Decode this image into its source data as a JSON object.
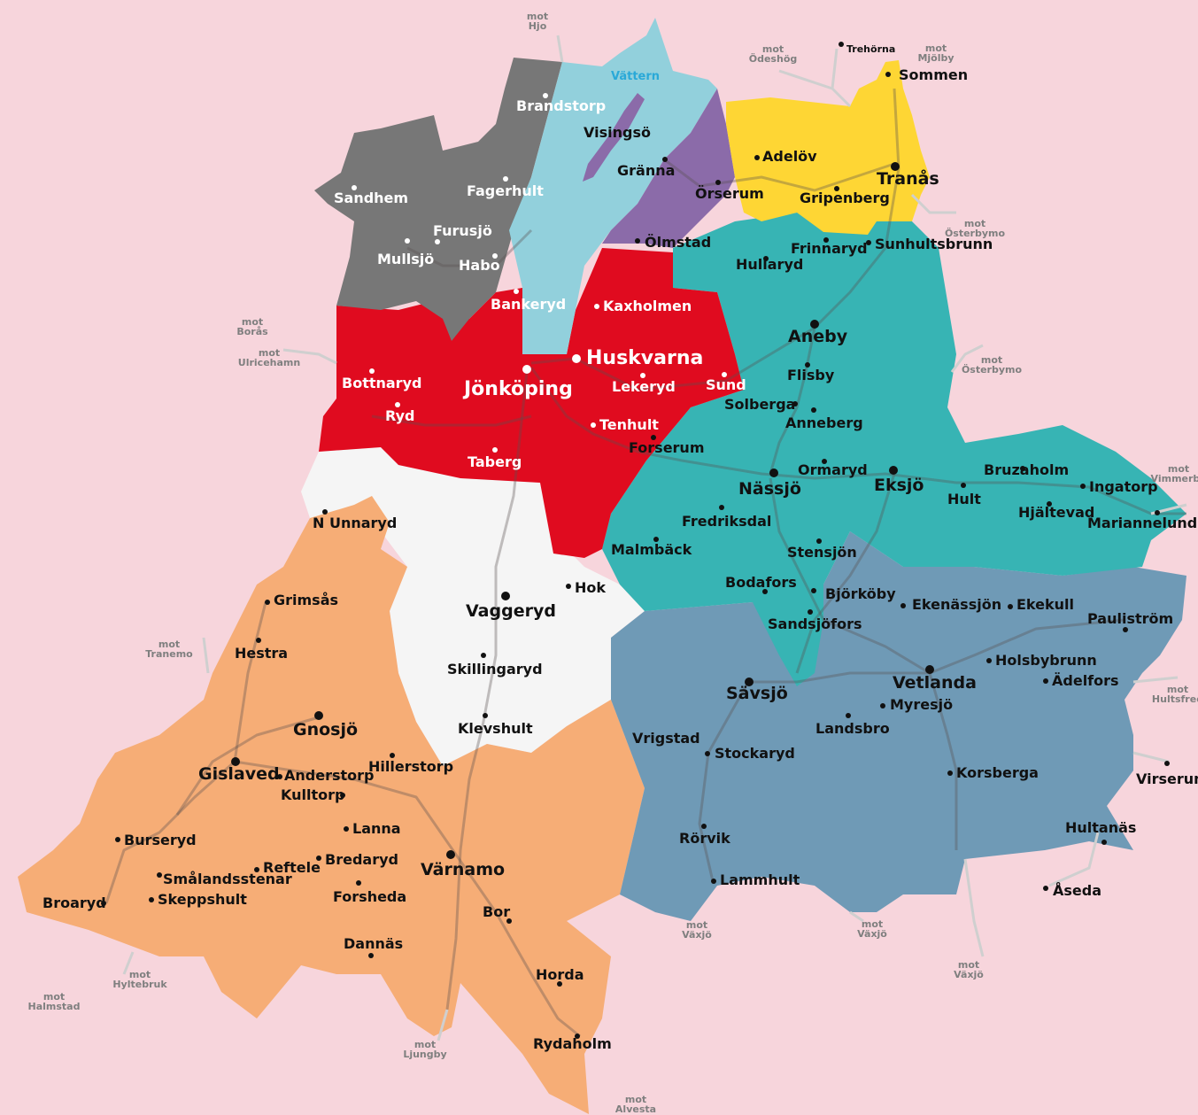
{
  "colors": {
    "background": "#f7d5dc",
    "lake": "#92d0dc",
    "habo_mullsjo": "#777777",
    "jonkoping": "#e00b1f",
    "granna": "#8b6ba9",
    "tranas": "#fed634",
    "nassjo_eksjo_aneby": "#37b4b4",
    "vetlanda_savsjo": "#6f9ab6",
    "vaggeryd": "#f5f5f5",
    "gislaved_varnamo": "#f6ad76"
  },
  "lake_label": "Vättern",
  "places": [
    {
      "name": "Brandstorp",
      "style": "white"
    },
    {
      "name": "Visingsö",
      "style": "dark"
    },
    {
      "name": "Gränna",
      "style": "dark"
    },
    {
      "name": "Sandhem",
      "style": "white"
    },
    {
      "name": "Fagerhult",
      "style": "white"
    },
    {
      "name": "Furusjö",
      "style": "white"
    },
    {
      "name": "Mullsjö",
      "style": "white"
    },
    {
      "name": "Habo",
      "style": "white"
    },
    {
      "name": "Bankeryd",
      "style": "white"
    },
    {
      "name": "Kaxholmen",
      "style": "white"
    },
    {
      "name": "Huskvarna",
      "style": "white-big"
    },
    {
      "name": "Jönköping",
      "style": "white-big"
    },
    {
      "name": "Bottnaryd",
      "style": "white"
    },
    {
      "name": "Ryd",
      "style": "white"
    },
    {
      "name": "Lekeryd",
      "style": "white"
    },
    {
      "name": "Sund",
      "style": "white"
    },
    {
      "name": "Tenhult",
      "style": "white"
    },
    {
      "name": "Taberg",
      "style": "white"
    },
    {
      "name": "Trehörna",
      "style": "small"
    },
    {
      "name": "Sommen",
      "style": "dark"
    },
    {
      "name": "Adelöv",
      "style": "dark"
    },
    {
      "name": "Tranås",
      "style": "big"
    },
    {
      "name": "Örserum",
      "style": "dark"
    },
    {
      "name": "Gripenberg",
      "style": "dark"
    },
    {
      "name": "Ölmstad",
      "style": "dark"
    },
    {
      "name": "Frinnaryd",
      "style": "dark"
    },
    {
      "name": "Sunhultsbrunn",
      "style": "dark"
    },
    {
      "name": "Hullaryd",
      "style": "dark"
    },
    {
      "name": "Aneby",
      "style": "big"
    },
    {
      "name": "Flisby",
      "style": "dark"
    },
    {
      "name": "Solberga",
      "style": "dark"
    },
    {
      "name": "Anneberg",
      "style": "dark"
    },
    {
      "name": "Forserum",
      "style": "dark"
    },
    {
      "name": "Ormaryd",
      "style": "dark"
    },
    {
      "name": "Nässjö",
      "style": "big"
    },
    {
      "name": "Eksjö",
      "style": "big"
    },
    {
      "name": "Bruzaholm",
      "style": "dark"
    },
    {
      "name": "Hult",
      "style": "dark"
    },
    {
      "name": "Ingatorp",
      "style": "dark"
    },
    {
      "name": "Hjältevad",
      "style": "dark"
    },
    {
      "name": "Mariannelund",
      "style": "dark"
    },
    {
      "name": "Fredriksdal",
      "style": "dark"
    },
    {
      "name": "Malmbäck",
      "style": "dark"
    },
    {
      "name": "Stensjön",
      "style": "dark"
    },
    {
      "name": "Bodafors",
      "style": "dark"
    },
    {
      "name": "Björköby",
      "style": "dark"
    },
    {
      "name": "Ekenässjön",
      "style": "dark"
    },
    {
      "name": "Ekekull",
      "style": "dark"
    },
    {
      "name": "Pauliström",
      "style": "dark"
    },
    {
      "name": "Sandsjöfors",
      "style": "dark"
    },
    {
      "name": "Holsbybrunn",
      "style": "dark"
    },
    {
      "name": "Ädelfors",
      "style": "dark"
    },
    {
      "name": "Sävsjö",
      "style": "big"
    },
    {
      "name": "Vetlanda",
      "style": "big"
    },
    {
      "name": "Myresjö",
      "style": "dark"
    },
    {
      "name": "Landsbro",
      "style": "dark"
    },
    {
      "name": "Vrigstad",
      "style": "dark"
    },
    {
      "name": "Stockaryd",
      "style": "dark"
    },
    {
      "name": "Korsberga",
      "style": "dark"
    },
    {
      "name": "Virserum",
      "style": "dark"
    },
    {
      "name": "Hultanäs",
      "style": "dark"
    },
    {
      "name": "Rörvik",
      "style": "dark"
    },
    {
      "name": "Lammhult",
      "style": "dark"
    },
    {
      "name": "Åseda",
      "style": "dark"
    },
    {
      "name": "N Unnaryd",
      "style": "dark"
    },
    {
      "name": "Hok",
      "style": "dark"
    },
    {
      "name": "Vaggeryd",
      "style": "big"
    },
    {
      "name": "Skillingaryd",
      "style": "dark"
    },
    {
      "name": "Klevshult",
      "style": "dark"
    },
    {
      "name": "Grimsås",
      "style": "dark"
    },
    {
      "name": "Hestra",
      "style": "dark"
    },
    {
      "name": "Gnosjö",
      "style": "big"
    },
    {
      "name": "Gislaved",
      "style": "big"
    },
    {
      "name": "Anderstorp",
      "style": "dark"
    },
    {
      "name": "Hillerstorp",
      "style": "dark"
    },
    {
      "name": "Kulltorp",
      "style": "dark"
    },
    {
      "name": "Lanna",
      "style": "dark"
    },
    {
      "name": "Burseryd",
      "style": "dark"
    },
    {
      "name": "Reftele",
      "style": "dark"
    },
    {
      "name": "Bredaryd",
      "style": "dark"
    },
    {
      "name": "Värnamo",
      "style": "big"
    },
    {
      "name": "Smålandsstenar",
      "style": "dark"
    },
    {
      "name": "Skeppshult",
      "style": "dark"
    },
    {
      "name": "Broaryd",
      "style": "dark"
    },
    {
      "name": "Forsheda",
      "style": "dark"
    },
    {
      "name": "Bor",
      "style": "dark"
    },
    {
      "name": "Dannäs",
      "style": "dark"
    },
    {
      "name": "Horda",
      "style": "dark"
    },
    {
      "name": "Rydaholm",
      "style": "dark"
    }
  ],
  "directions": [
    {
      "line1": "mot",
      "line2": "Hjo"
    },
    {
      "line1": "mot",
      "line2": "Ödeshög"
    },
    {
      "line1": "mot",
      "line2": "Mjölby"
    },
    {
      "line1": "mot",
      "line2": "Österbymo"
    },
    {
      "line1": "mot",
      "line2": "Borås"
    },
    {
      "line1": "mot",
      "line2": "Ulricehamn"
    },
    {
      "line1": "mot",
      "line2": "Österbymo"
    },
    {
      "line1": "mot",
      "line2": "Vimmerby"
    },
    {
      "line1": "mot",
      "line2": "Tranemo"
    },
    {
      "line1": "mot",
      "line2": "Hultsfred"
    },
    {
      "line1": "mot",
      "line2": "Växjö"
    },
    {
      "line1": "mot",
      "line2": "Växjö"
    },
    {
      "line1": "mot",
      "line2": "Växjö"
    },
    {
      "line1": "mot",
      "line2": "Hyltebruk"
    },
    {
      "line1": "mot",
      "line2": "Halmstad"
    },
    {
      "line1": "mot",
      "line2": "Ljungby"
    },
    {
      "line1": "mot",
      "line2": "Alvesta"
    }
  ]
}
